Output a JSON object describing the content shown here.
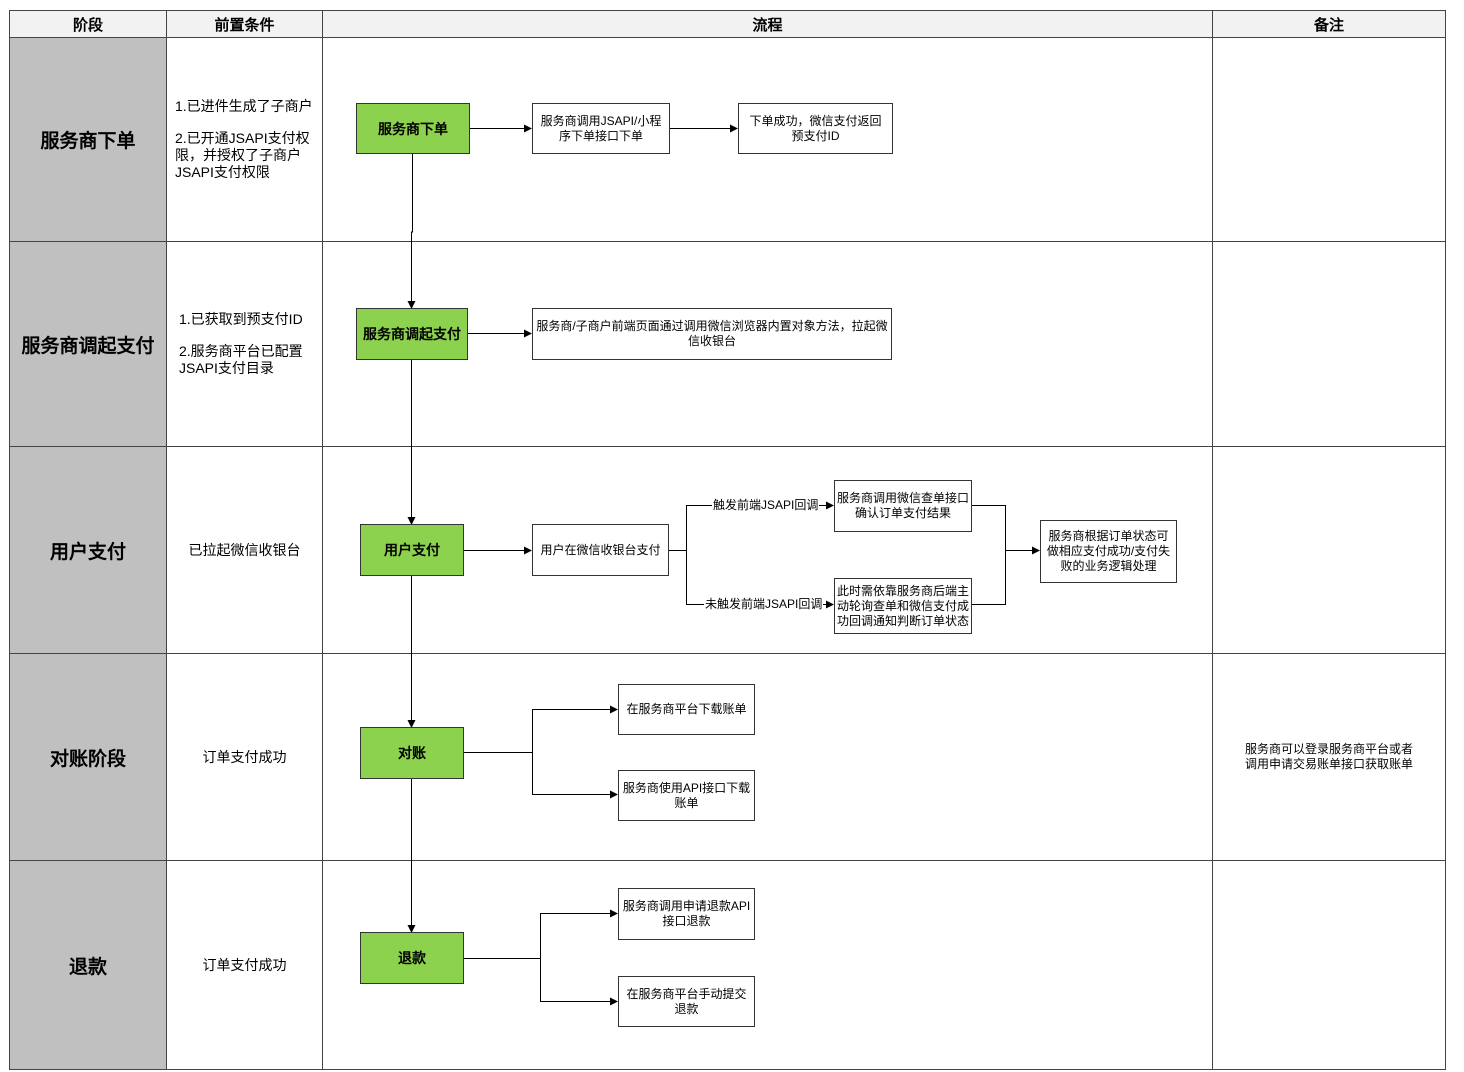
{
  "headers": {
    "stage": "阶段",
    "precondition": "前置条件",
    "flow": "流程",
    "remark": "备注"
  },
  "rows": [
    {
      "stage": "服务商下单",
      "preconditions": [
        "1.已进件生成了子商户",
        "2.已开通JSAPI支付权限，并授权了子商户JSAPI支付权限"
      ],
      "remark": ""
    },
    {
      "stage": "服务商调起支付",
      "preconditions": [
        "1.已获取到预支付ID",
        "2.服务商平台已配置JSAPI支付目录"
      ],
      "remark": ""
    },
    {
      "stage": "用户支付",
      "preconditions": [
        "已拉起微信收银台"
      ],
      "remark": ""
    },
    {
      "stage": "对账阶段",
      "preconditions": [
        "订单支付成功"
      ],
      "remark": "服务商可以登录服务商平台或者调用申请交易账单接口获取账单"
    },
    {
      "stage": "退款",
      "preconditions": [
        "订单支付成功"
      ],
      "remark": ""
    }
  ],
  "flow": {
    "main_nodes": [
      "服务商下单",
      "服务商调起支付",
      "用户支付",
      "对账",
      "退款"
    ],
    "order": {
      "step1": "服务商调用JSAPI/小程序下单接口下单",
      "step2": "下单成功，微信支付返回预支付ID"
    },
    "invoke": {
      "step1": "服务商/子商户前端页面通过调用微信浏览器内置对象方法，拉起微信收银台"
    },
    "pay": {
      "step1": "用户在微信收银台支付",
      "branch_yes_label": "触发前端JSAPI回调",
      "branch_yes": "服务商调用微信查单接口确认订单支付结果",
      "branch_no_label": "未触发前端JSAPI回调",
      "branch_no": "此时需依靠服务商后端主动轮询查单和微信支付成功回调通知判断订单状态",
      "result": "服务商根据订单状态可做相应支付成功/支付失败的业务逻辑处理"
    },
    "reconcile": {
      "opt1": "在服务商平台下载账单",
      "opt2": "服务商使用API接口下载账单"
    },
    "refund": {
      "opt1": "服务商调用申请退款API接口退款",
      "opt2": "在服务商平台手动提交退款"
    }
  }
}
